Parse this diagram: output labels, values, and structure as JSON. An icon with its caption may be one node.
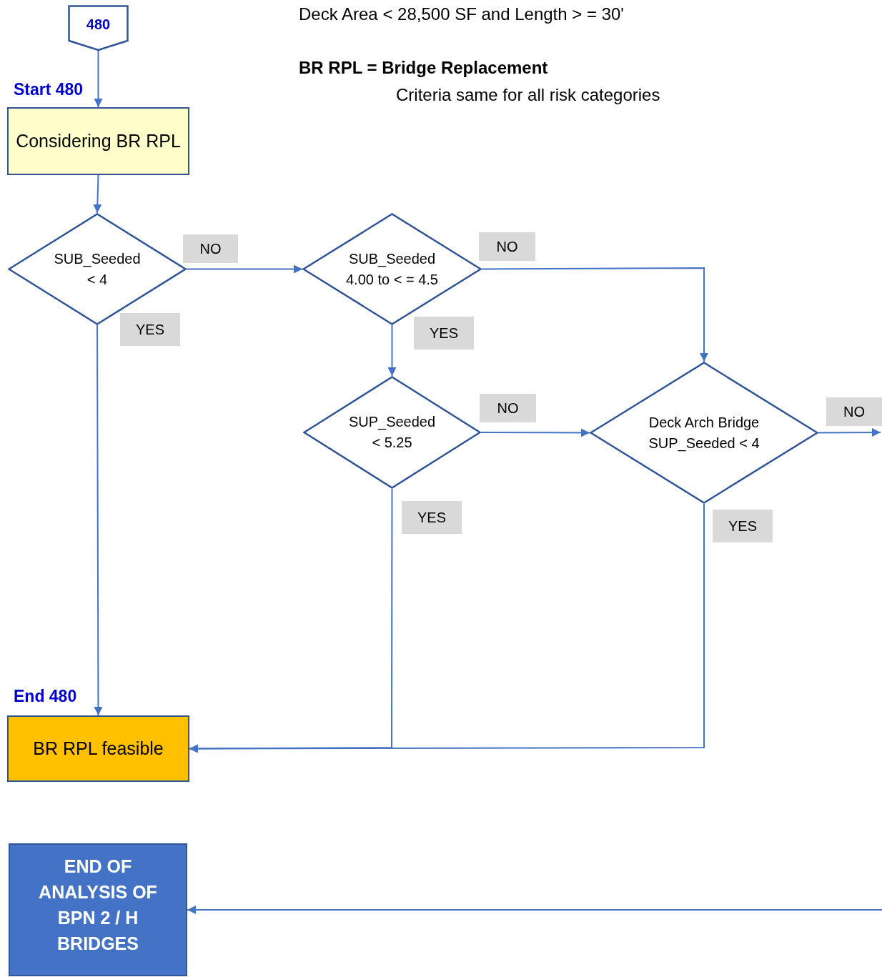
{
  "diagram": {
    "nodes": [
      {
        "text": [
          "480"
        ]
      },
      {
        "text": [
          "Considering BR RPL"
        ],
        "beside": [
          "Start 480"
        ]
      },
      {
        "text": [
          "SUB_Seeded < 4"
        ]
      },
      {
        "text": [
          "SUB_Seeded 4.00 to < = 4.5"
        ]
      },
      {
        "text": [
          "SUP_Seeded <  5.25"
        ]
      },
      {
        "text": [
          "Deck Arch Bridge SUP_Seeded < 4"
        ]
      },
      {
        "text": [
          "BR RPL feasible"
        ],
        "beside": [
          "End 480"
        ]
      },
      {
        "text": [
          "END OF ANALYSIS OF BPN 2 / H BRIDGES"
        ]
      }
    ],
    "edges": [
      {
        "from": 0,
        "to": 1,
        "arrow": "to"
      },
      {
        "from": 1,
        "to": 2,
        "arrow": "to"
      },
      {
        "from": 2,
        "to": 3,
        "arrow": "to",
        "label": "NO"
      },
      {
        "from": 2,
        "to": 6,
        "arrow": "to",
        "label": "YES"
      },
      {
        "from": 3,
        "to": 5,
        "arrow": "to",
        "label": "NO"
      },
      {
        "from": 3,
        "to": 4,
        "arrow": "to",
        "label": "YES"
      },
      {
        "from": 4,
        "to": 5,
        "arrow": "to",
        "label": "NO"
      },
      {
        "from": 4,
        "to": 6,
        "arrow": "to",
        "label": "YES"
      },
      {
        "from": 5,
        "to": 6,
        "arrow": "to",
        "label": "YES"
      },
      {
        "from": 5,
        "to": null,
        "arrow": "to",
        "label": "NO"
      },
      {
        "from": null,
        "to": 7,
        "arrow": "to"
      }
    ],
    "labels": [
      "Deck Area < 28,500 SF and Length > = 30'",
      "BR RPL = Bridge Replacement",
      "Criteria same for all risk categories"
    ]
  }
}
